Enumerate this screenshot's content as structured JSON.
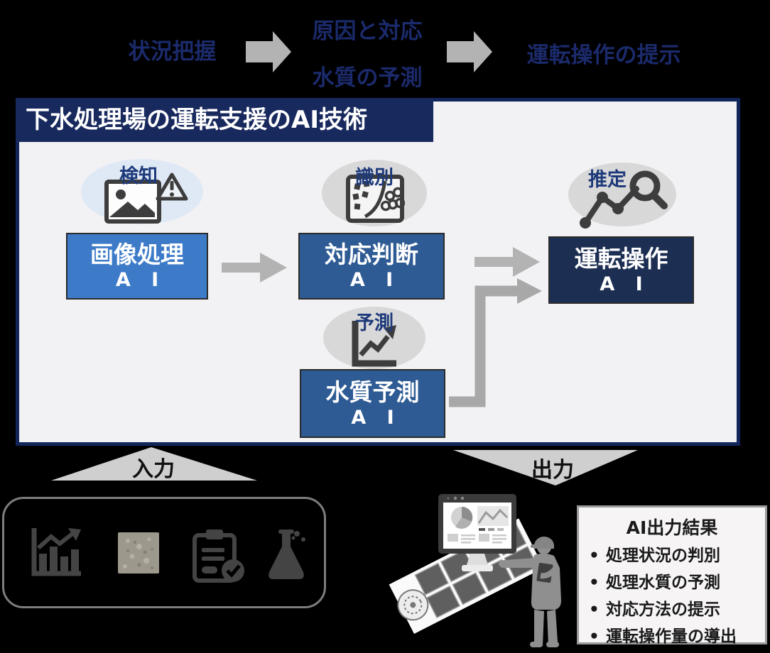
{
  "colors": {
    "navy_text": "#1b2a6b",
    "title_bar_bg": "#18295e",
    "box_border": "#12265c",
    "box_bg": "#f2f1f4",
    "block_blue": "#3d7bc8",
    "block_mid_blue": "#2e5b94",
    "block_dark_navy": "#1c2e52",
    "arrow_gray": "#b3b3b3",
    "ellipse_blue": "#dfe9f6",
    "ellipse_gray": "#d8d8d8",
    "io_triangle_gray": "#cfcfcf"
  },
  "top_flow": {
    "step1": "状況把握",
    "step2_line1": "原因と対応",
    "step2_line2": "水質の予測",
    "step3": "運転操作の提示"
  },
  "diagram": {
    "title": "下水処理場の運転支援のAI技術",
    "nodes": [
      {
        "tag": "検知",
        "icon": "image-alert-icon",
        "label": "画像処理",
        "sub": "A I"
      },
      {
        "tag": "識別",
        "icon": "classification-icon",
        "label": "対応判断",
        "sub": "A I"
      },
      {
        "tag": "推定",
        "icon": "estimate-search-icon",
        "label": "運転操作",
        "sub": "A I"
      },
      {
        "tag": "予測",
        "icon": "forecast-chart-icon",
        "label": "水質予測",
        "sub": "A I"
      }
    ]
  },
  "io": {
    "input_label": "入力",
    "output_label": "出力"
  },
  "input_box": {
    "icons": [
      "bar-chart-icon",
      "sample-photo",
      "clipboard-check-icon",
      "flask-icon"
    ]
  },
  "output_box": {
    "title": "AI出力結果",
    "bullet": "•",
    "items": [
      "処理状況の判別",
      "処理水質の予測",
      "対応方法の提示",
      "運転操作量の導出"
    ]
  }
}
